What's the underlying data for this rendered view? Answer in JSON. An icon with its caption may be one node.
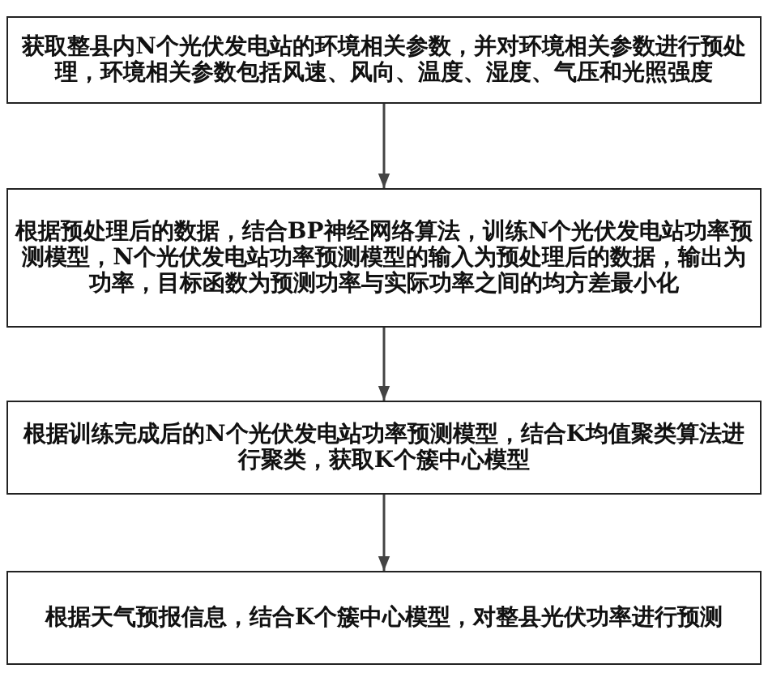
{
  "diagram": {
    "nodes": [
      {
        "text": [
          "获取整县内N个光伏发电站的环境相关参数，并对环境相关参数进行预处理，环境相关参数包括风速、风向、温度、湿度、气压和光照强度"
        ]
      },
      {
        "text": [
          "根据预处理后的数据，结合BP神经网络算法，训练N个光伏发电站功率预测模型，N个光伏发电站功率预测模型的输入为预处理后的数据，输出为功率，目标函数为预测功率与实际功率之间的均方差最小化"
        ]
      },
      {
        "text": [
          "根据训练完成后的N个光伏发电站功率预测模型，结合K均值聚类算法进行聚类，获取K个簇中心模型"
        ]
      },
      {
        "text": [
          "根据天气预报信息，结合K个簇中心模型，对整县光伏功率进行预测"
        ]
      }
    ],
    "edges": [
      {
        "from": 0,
        "to": 1,
        "arrow": "to"
      },
      {
        "from": 1,
        "to": 2,
        "arrow": "to"
      },
      {
        "from": 2,
        "to": 3,
        "arrow": "to"
      }
    ]
  }
}
